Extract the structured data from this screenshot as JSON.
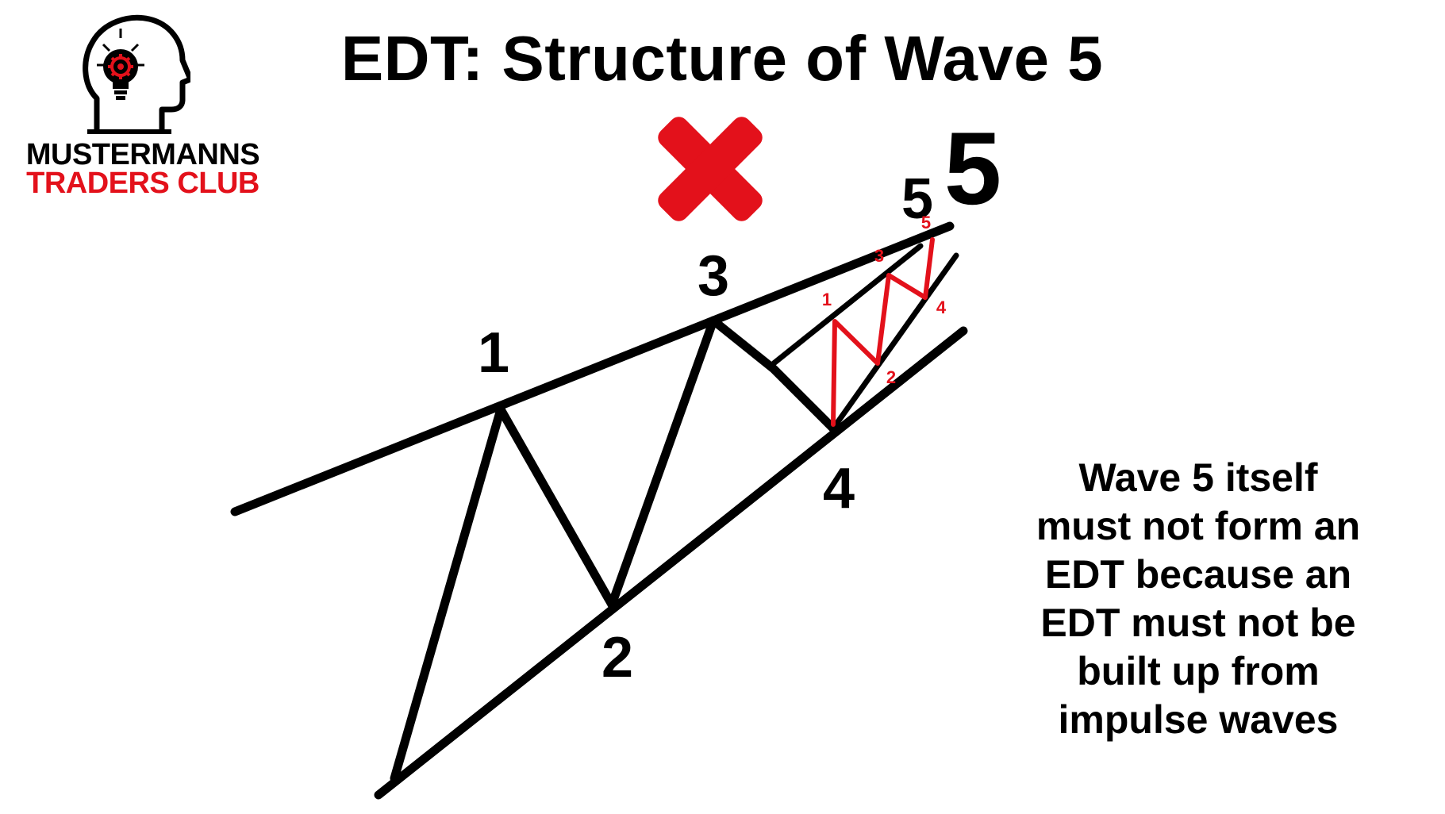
{
  "title": "EDT: Structure of Wave 5",
  "logo": {
    "icon": "head-lightbulb-icon",
    "line1": "MUSTERMANNS",
    "line2": "TRADERS CLUB",
    "accent_color": "#e3111b"
  },
  "diagram": {
    "main_wave_labels": [
      "1",
      "2",
      "3",
      "4",
      "5"
    ],
    "sub_wave_labels": [
      "1",
      "2",
      "3",
      "4",
      "5"
    ],
    "extra_label": "5",
    "main_color": "#000000",
    "sub_color": "#e3111b",
    "cross_icon": "red-x-icon",
    "cross_color": "#e3111b"
  },
  "caption": {
    "lines": [
      "Wave 5 itself",
      "must not form an",
      "EDT because an",
      "EDT must not be",
      "built up from",
      "impulse waves"
    ]
  }
}
